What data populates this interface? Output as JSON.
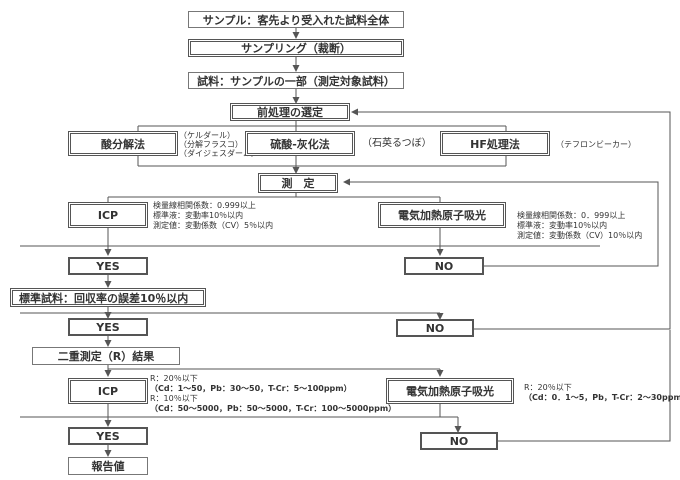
{
  "flow": {
    "step1": "サンプル：客先より受入れた試料全体",
    "step2": "サンプリング（裁断）",
    "step3": "試料：サンプルの一部（測定対象試料）",
    "pretreatment": "前処理の選定",
    "methods": {
      "acid": "酸分解法",
      "acid_notes": [
        "（ケルダール）",
        "（分解フラスコ）",
        "（ダイジェスダール）"
      ],
      "ash": "硫酸-灰化法",
      "ash_note": "（石英るつぼ）",
      "hf": "HF処理法",
      "hf_note": "（テフロンビーカー）"
    },
    "measure": "測　定",
    "icp": "ICP",
    "aas": "電気加熱原子吸光",
    "icp_criteria": [
      "検量線相関係数：0.999以上",
      "標準液：変動率10％以内",
      "測定値：変動係数（CV）5％以内"
    ],
    "aas_criteria": [
      "検量線相関係数：0．999以上",
      "標準液：変動率10％以内",
      "測定値：変動係数（CV）10％以内"
    ],
    "yes1": "YES",
    "no1": "NO",
    "standard": "標準試料：回収率の誤差10％以内",
    "yes2": "YES",
    "no2": "NO",
    "duplicate": "二重測定（R）結果",
    "icp2": "ICP",
    "aas2": "電気加熱原子吸光",
    "icp2_crit_a": "R：20％以下",
    "icp2_crit_a_detail": "（Cd：1～50，Pb：30～50，T-Cr：5～100ppm）",
    "icp2_crit_b": "R：10％以下",
    "icp2_crit_b_detail": "（Cd：50～5000，Pb：50～5000，T-Cr：100～5000ppm）",
    "aas2_crit": "R：20％以下",
    "aas2_crit_detail": "（Cd：0．1～5，Pb，T-Cr：2～30ppm）",
    "yes3": "YES",
    "no3": "NO",
    "report": "報告値"
  }
}
